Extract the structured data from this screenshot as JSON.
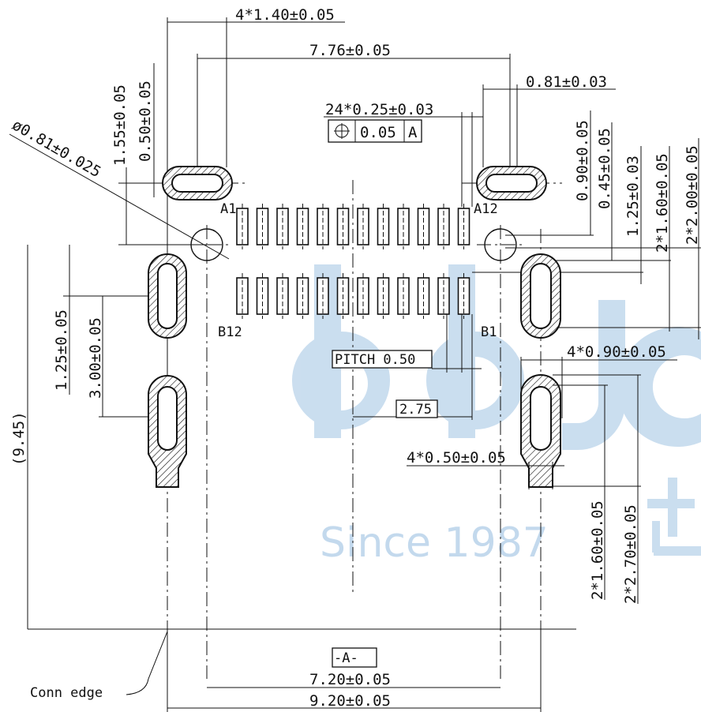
{
  "watermark": {
    "brand_letters": "bbJc",
    "tagline": "Since 1987",
    "cjk": "步",
    "color": "#b9d3ea"
  },
  "pins": {
    "top_left": "A1",
    "top_right": "A12",
    "bottom_left": "B12",
    "bottom_right": "B1",
    "count_per_row": 12
  },
  "dimensions": {
    "slot_width_top": "4*1.40±0.05",
    "hole_span": "7.76±0.05",
    "slot_height_top": "0.81±0.03",
    "pad_width": "24*0.25±0.03",
    "tolerance_frame": [
      "⊕",
      "0.05",
      "A"
    ],
    "hole_dia": "ø0.81±0.025",
    "left_v_1_55": "1.55±0.05",
    "left_v_0_50": "0.50±0.05",
    "right_v_0_90": "0.90±0.05",
    "right_v_0_45": "0.45±0.05",
    "right_v_1_25": "1.25±0.03",
    "right_v_2x1_60": "2*1.60±0.05",
    "right_v_2x2_00": "2*2.00±0.05",
    "left_v_1_25": "1.25±0.05",
    "left_v_3_00": "3.00±0.05",
    "left_v_9_45": "(9.45)",
    "slot_width_lower": "4*0.90±0.05",
    "pitch": "PITCH  0.50",
    "row_offset": "2.75",
    "stub_width": "4*0.50±0.05",
    "lower_v_2x1_60": "2*1.60±0.05",
    "lower_v_2x2_70": "2*2.70±0.05",
    "datum_label": "-A-",
    "bottom_7_20": "7.20±0.05",
    "bottom_9_20": "9.20±0.05"
  },
  "notes": {
    "conn_edge": "Conn edge"
  }
}
